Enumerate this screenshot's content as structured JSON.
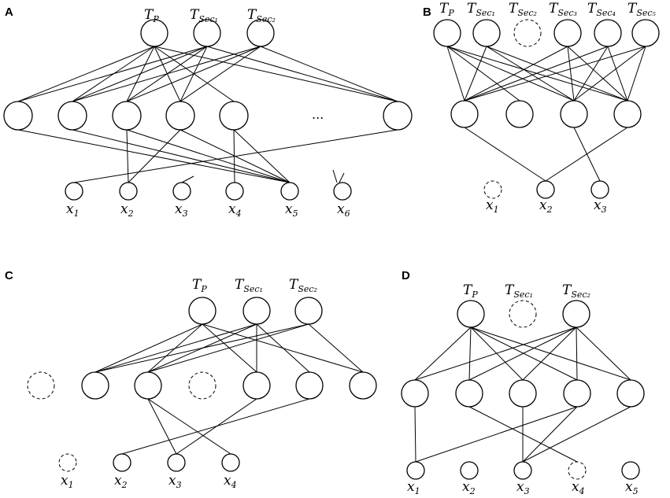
{
  "panels": [
    {
      "id": "A",
      "letter": "A",
      "top_labels": [
        {
          "main": "T",
          "sub": "P"
        },
        {
          "main": "T",
          "sub": "Sec₁"
        },
        {
          "main": "T",
          "sub": "Sec₂"
        }
      ],
      "bottom_labels": [
        {
          "main": "x",
          "sub": "1"
        },
        {
          "main": "x",
          "sub": "2"
        },
        {
          "main": "x",
          "sub": "3"
        },
        {
          "main": "x",
          "sub": "4"
        },
        {
          "main": "x",
          "sub": "5"
        },
        {
          "main": "x",
          "sub": "6"
        }
      ],
      "ellipsis": "..."
    },
    {
      "id": "B",
      "letter": "B",
      "top_labels": [
        {
          "main": "T",
          "sub": "P"
        },
        {
          "main": "T",
          "sub": "Sec₁"
        },
        {
          "main": "T",
          "sub": "Sec₂"
        },
        {
          "main": "T",
          "sub": "Sec₃"
        },
        {
          "main": "T",
          "sub": "Sec₄"
        },
        {
          "main": "T",
          "sub": "Sec₅"
        }
      ],
      "bottom_labels": [
        {
          "main": "x",
          "sub": "1"
        },
        {
          "main": "x",
          "sub": "2"
        },
        {
          "main": "x",
          "sub": "3"
        }
      ]
    },
    {
      "id": "C",
      "letter": "C",
      "top_labels": [
        {
          "main": "T",
          "sub": "P"
        },
        {
          "main": "T",
          "sub": "Sec₁"
        },
        {
          "main": "T",
          "sub": "Sec₂"
        }
      ],
      "bottom_labels": [
        {
          "main": "x",
          "sub": "1"
        },
        {
          "main": "x",
          "sub": "2"
        },
        {
          "main": "x",
          "sub": "3"
        },
        {
          "main": "x",
          "sub": "4"
        }
      ]
    },
    {
      "id": "D",
      "letter": "D",
      "top_labels": [
        {
          "main": "T",
          "sub": "P"
        },
        {
          "main": "T",
          "sub": "Sec₁"
        },
        {
          "main": "T",
          "sub": "Sec₂"
        }
      ],
      "bottom_labels": [
        {
          "main": "x",
          "sub": "1"
        },
        {
          "main": "x",
          "sub": "2"
        },
        {
          "main": "x",
          "sub": "3"
        },
        {
          "main": "x",
          "sub": "4"
        },
        {
          "main": "x",
          "sub": "5"
        }
      ]
    }
  ]
}
